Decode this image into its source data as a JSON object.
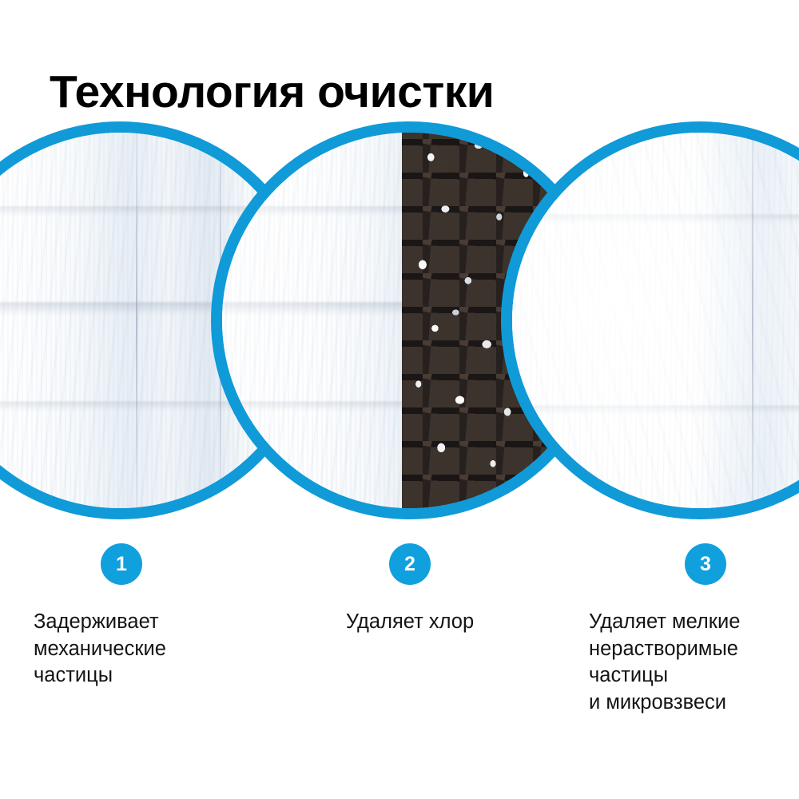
{
  "page": {
    "title": "Технология очистки",
    "background_color": "#ffffff",
    "accent_color": "#10a0de",
    "text_color": "#141414"
  },
  "stages": [
    {
      "number": "1",
      "caption": "Задерживает\nмеханические\nчастицы",
      "media": "polypropylene-cartridge",
      "media_alt": "Белый полипропиленовый картридж механической очистки"
    },
    {
      "number": "2",
      "caption": "Удаляет хлор",
      "media": "activated-carbon",
      "media_alt": "Картридж с гранулами активированного угля"
    },
    {
      "number": "3",
      "caption": "Удаляет мелкие\nнерастворимые\nчастицы\nи микровзвеси",
      "media": "fine-membrane-cartridge",
      "media_alt": "Картридж тонкой очистки с мембраной"
    }
  ]
}
